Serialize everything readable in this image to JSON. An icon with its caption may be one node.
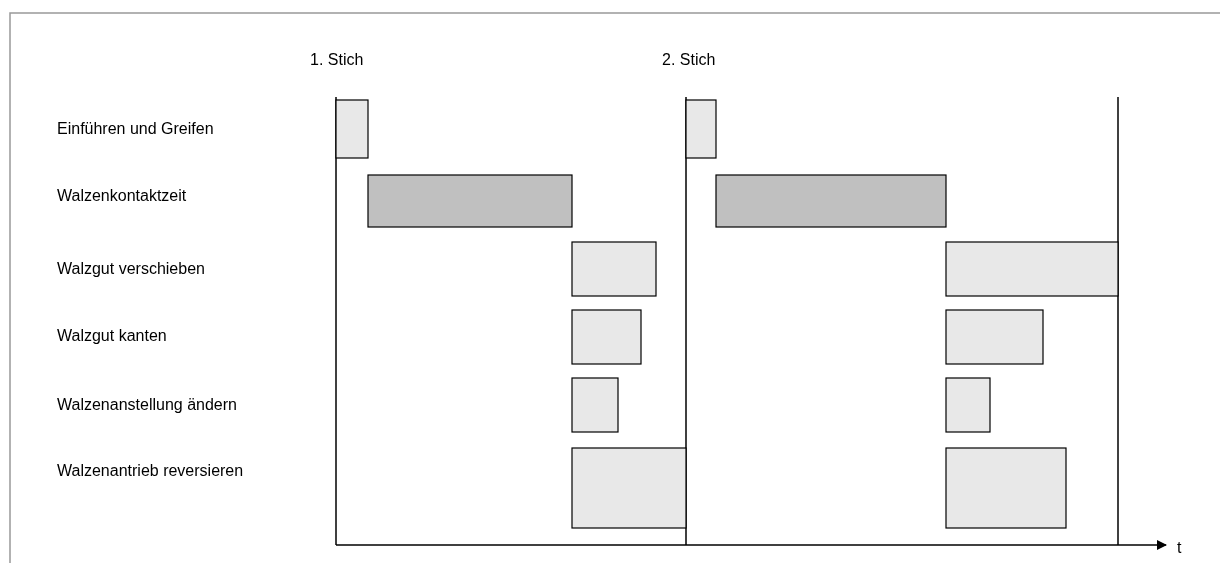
{
  "diagram": {
    "labels": [
      "1. Stich",
      "2. Stich",
      "Einführen und Greifen",
      "Walzenkontaktzeit",
      "Walzgut verschieben",
      "Walzgut kanten",
      "Walzenanstellung ändern",
      "Walzenantrieb reversieren",
      "t"
    ]
  }
}
